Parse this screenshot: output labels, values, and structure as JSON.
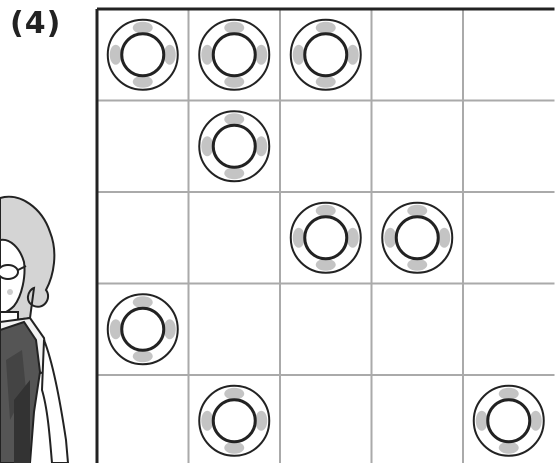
{
  "puzzle": {
    "label": "(4)",
    "rows": 5,
    "cols": 5,
    "tokens": [
      {
        "row": 0,
        "col": 0
      },
      {
        "row": 0,
        "col": 1
      },
      {
        "row": 0,
        "col": 2
      },
      {
        "row": 1,
        "col": 1
      },
      {
        "row": 2,
        "col": 2
      },
      {
        "row": 2,
        "col": 3
      },
      {
        "row": 3,
        "col": 0
      },
      {
        "row": 4,
        "col": 1
      },
      {
        "row": 4,
        "col": 4
      }
    ]
  },
  "colors": {
    "grid_line": "#aaaaaa",
    "border": "#222222",
    "token_ring": "#222222",
    "token_shade": "#c4c4c4"
  }
}
